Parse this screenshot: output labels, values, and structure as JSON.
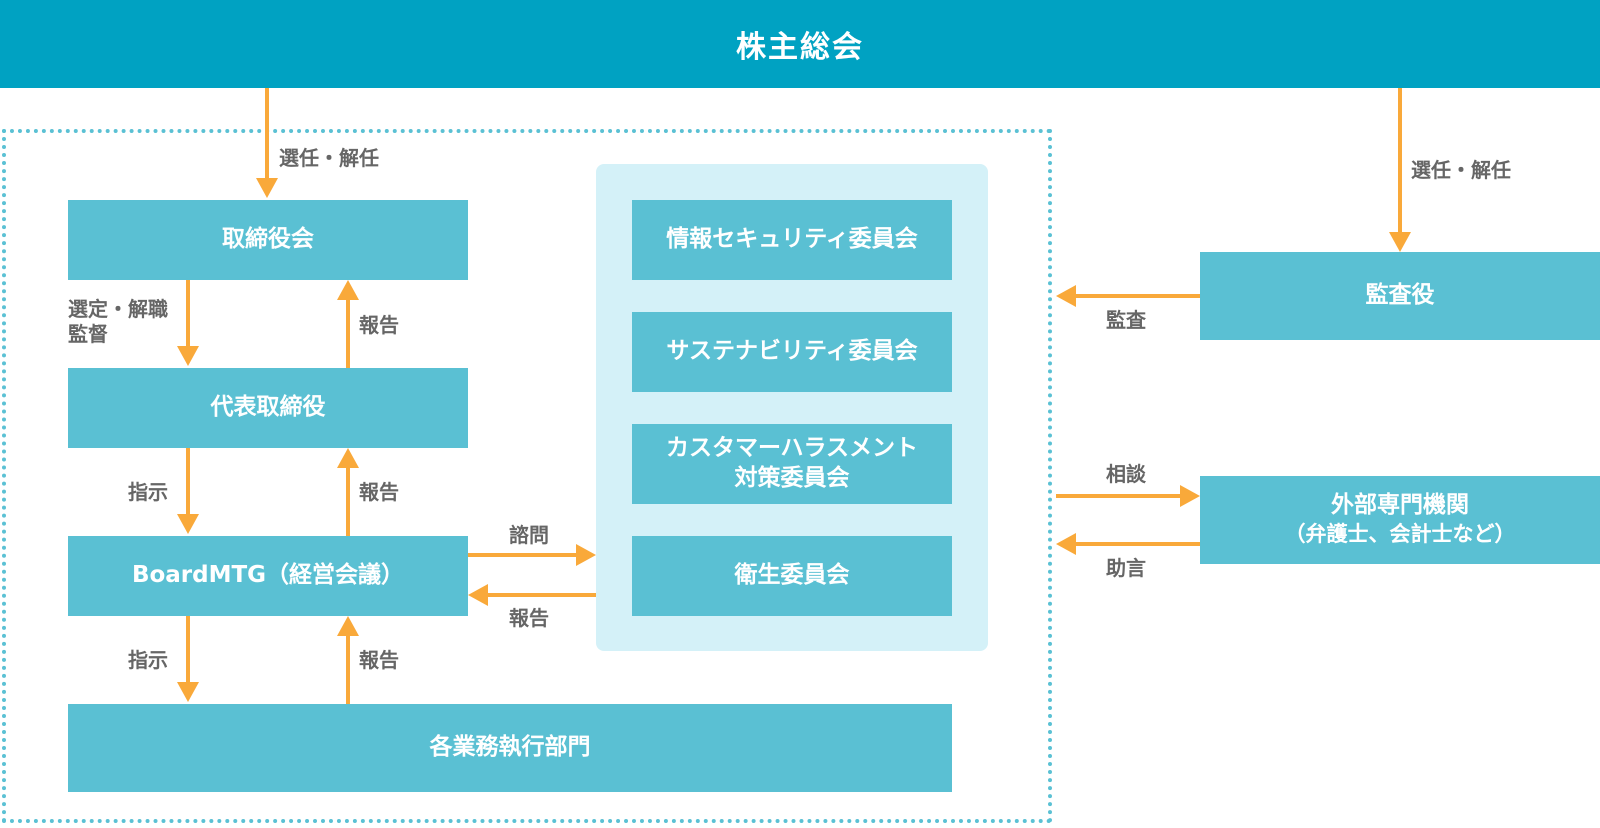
{
  "header": {
    "title": "株主総会"
  },
  "boxes": {
    "board": "取締役会",
    "representative": "代表取締役",
    "board_mtg": "BoardMTG（経営会議）",
    "departments": "各業務執行部門",
    "auditor": "監査役",
    "external_line1": "外部専門機関",
    "external_line2": "（弁護士、会計士など）"
  },
  "committees": [
    {
      "line1": "情報セキュリティ委員会",
      "line2": ""
    },
    {
      "line1": "サステナビリティ委員会",
      "line2": ""
    },
    {
      "line1": "カスタマーハラスメント",
      "line2": "対策委員会"
    },
    {
      "line1": "衛生委員会",
      "line2": ""
    }
  ],
  "labels": {
    "elect_dismiss_board": "選任・解任",
    "elect_dismiss_auditor": "選任・解任",
    "select_dismiss_line1": "選定・解職",
    "select_dismiss_line2": "監督",
    "report_1": "報告",
    "instruct_1": "指示",
    "report_2": "報告",
    "consult_committee": "諮問",
    "report_committee": "報告",
    "instruct_2": "指示",
    "report_3": "報告",
    "audit": "監査",
    "consult_external": "相談",
    "advice": "助言"
  },
  "colors": {
    "header": "#00a2c2",
    "box": "#5ac0d3",
    "panel": "#d4f1f8",
    "arrow": "#f9a93a",
    "label_text": "#666666"
  }
}
